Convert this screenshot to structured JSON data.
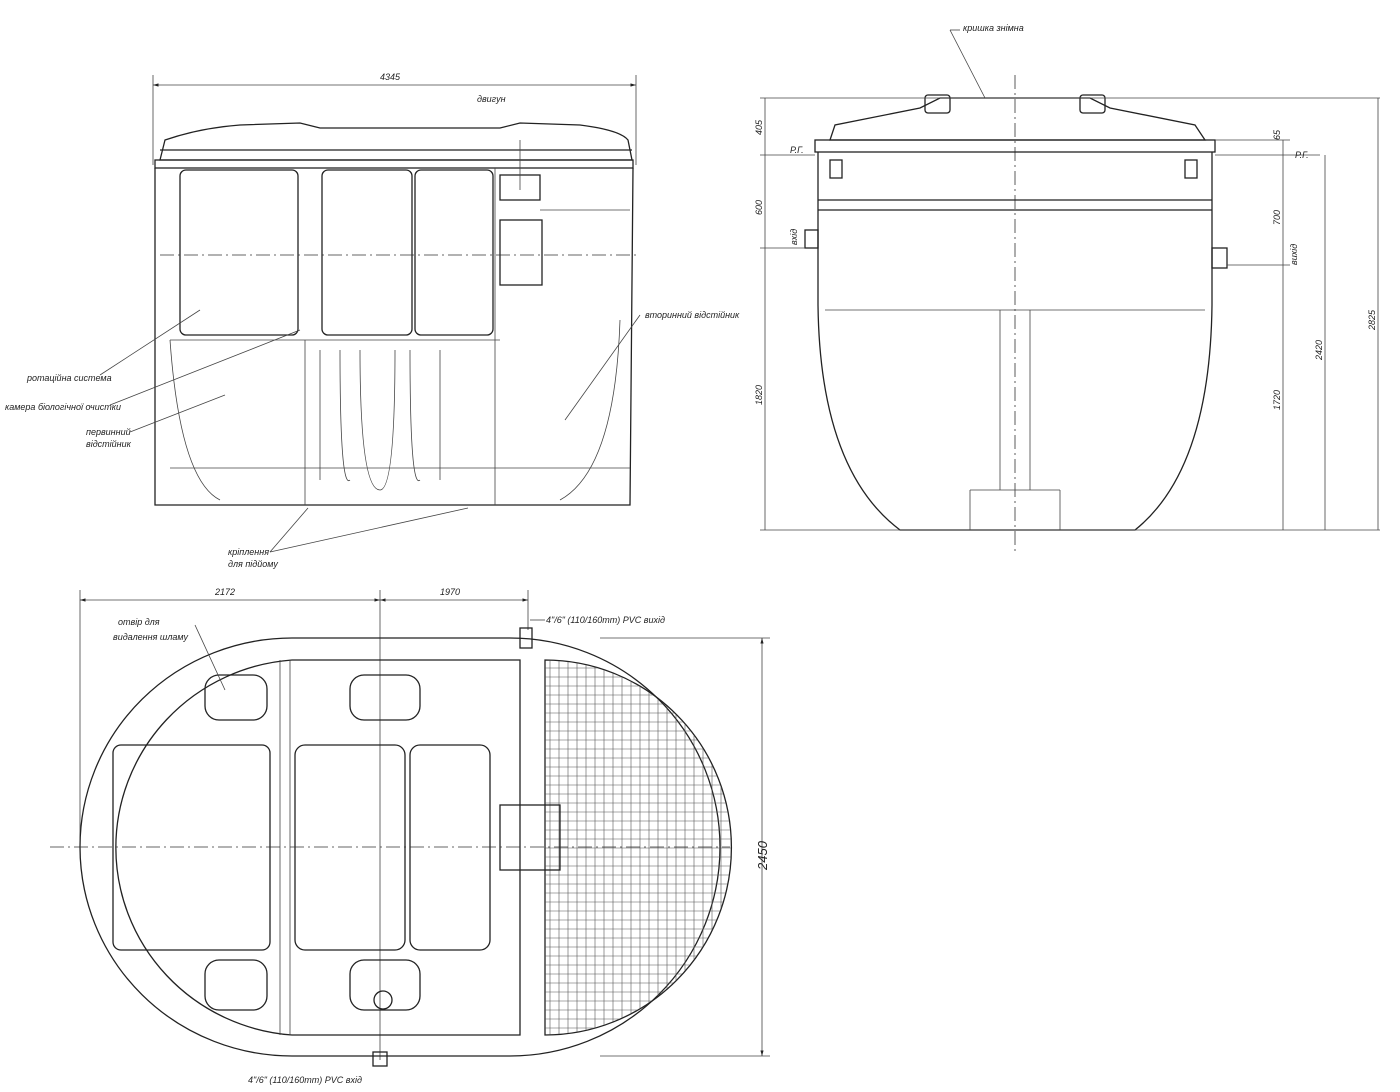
{
  "front_view": {
    "width_dim": "4345",
    "labels": {
      "motor": "двигун",
      "rotation_system": "ротаційна система",
      "bio_chamber": "камера біологічної очистки",
      "primary_settler_1": "первинний",
      "primary_settler_2": "відстійник",
      "secondary_settler": "вторинний відстійник",
      "lifting_mount_1": "кріплення",
      "lifting_mount_2": "для підйому"
    }
  },
  "side_view": {
    "lid_label": "кришка знімна",
    "ground_level": "Р.Г.",
    "inlet": "вхід",
    "outlet": "вихід",
    "dims": {
      "d405": "405",
      "d600": "600",
      "d1820": "1820",
      "d65": "65",
      "d700": "700",
      "d1720": "1720",
      "d2420": "2420",
      "d2825": "2825"
    }
  },
  "plan_view": {
    "dims": {
      "d2172": "2172",
      "d1970": "1970",
      "d2450": "2450"
    },
    "sludge_hole_1": "отвір для",
    "sludge_hole_2": "видалення шламу",
    "outlet_pipe": "4\"/6\" (110/160mm) PVC вихід",
    "inlet_pipe": "4\"/6\" (110/160mm) PVC вхід"
  }
}
